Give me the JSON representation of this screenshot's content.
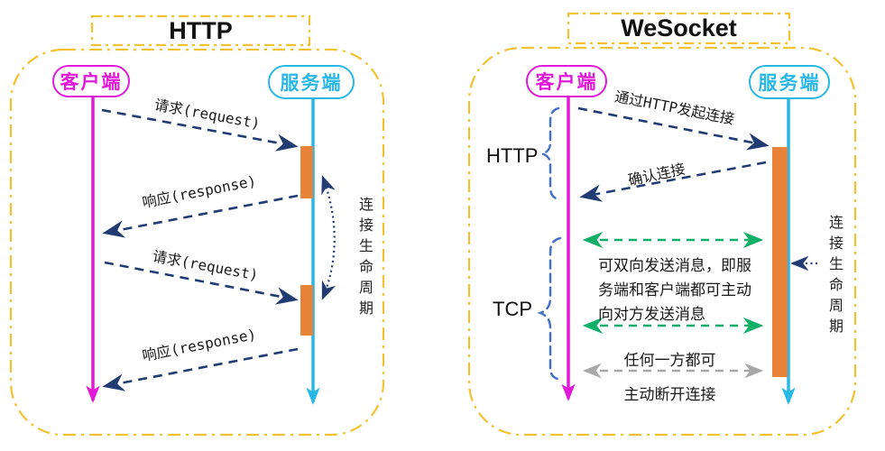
{
  "left_panel": {
    "title": "HTTP",
    "client_label": "客户端",
    "server_label": "服务端",
    "messages": [
      {
        "label": "请求(request)",
        "direction": "to-server"
      },
      {
        "label": "响应(response)",
        "direction": "to-client"
      },
      {
        "label": "请求(request)",
        "direction": "to-server"
      },
      {
        "label": "响应(response)",
        "direction": "to-client"
      }
    ],
    "lifecycle_label": "连接生命周期"
  },
  "right_panel": {
    "title": "WeSocket",
    "client_label": "客户端",
    "server_label": "服务端",
    "phase_http_label": "HTTP",
    "phase_tcp_label": "TCP",
    "messages": [
      {
        "label": "通过HTTP发起连接",
        "direction": "to-server"
      },
      {
        "label": "确认连接",
        "direction": "to-client"
      }
    ],
    "bidirectional_note_lines": {
      "0": "可双向发送消息，即服",
      "1": "务端和客户端都可主动",
      "2": "向对方发送消息"
    },
    "disconnect_note_line1": "任何一方都可",
    "disconnect_note_line2": "主动断开连接",
    "lifecycle_label": "连接生命周期"
  },
  "colors": {
    "frame_border": "#F2C233",
    "client_accent": "#E01AD8",
    "server_accent": "#29B7E5",
    "activation_bar": "#E8833A",
    "message_arrow": "#203C72",
    "bidirectional_arrow": "#11AF68",
    "disconnect_arrow": "#A8A8A8",
    "phase_brace": "#4472C4"
  }
}
